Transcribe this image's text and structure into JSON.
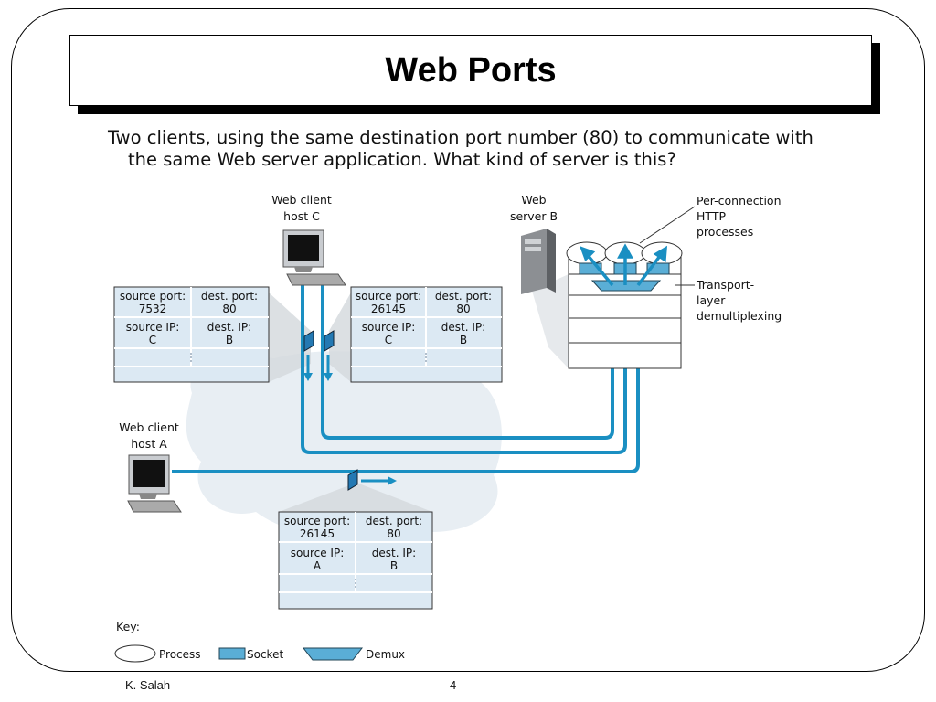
{
  "slide": {
    "title": "Web Ports",
    "question_line1": "Two clients, using the same destination port number (80) to communicate with",
    "question_line2": "the same Web server application.  What kind of server is this?",
    "footer_author": "K. Salah",
    "footer_page": "4"
  },
  "diagram": {
    "host_c_label": [
      "Web client",
      "host C"
    ],
    "host_a_label": [
      "Web client",
      "host A"
    ],
    "server_label": [
      "Web",
      "server B"
    ],
    "per_connection_label": [
      "Per-connection",
      "HTTP",
      "processes"
    ],
    "transport_label": [
      "Transport-",
      "layer",
      "demultiplexing"
    ],
    "segments": [
      {
        "id": "c1",
        "source_port_label": "source port:",
        "source_port": "7532",
        "dest_port_label": "dest. port:",
        "dest_port": "80",
        "source_ip_label": "source IP:",
        "source_ip": "C",
        "dest_ip_label": "dest. IP:",
        "dest_ip": "B"
      },
      {
        "id": "c2",
        "source_port_label": "source port:",
        "source_port": "26145",
        "dest_port_label": "dest. port:",
        "dest_port": "80",
        "source_ip_label": "source IP:",
        "source_ip": "C",
        "dest_ip_label": "dest. IP:",
        "dest_ip": "B"
      },
      {
        "id": "a",
        "source_port_label": "source port:",
        "source_port": "26145",
        "dest_port_label": "dest. port:",
        "dest_port": "80",
        "source_ip_label": "source IP:",
        "source_ip": "A",
        "dest_ip_label": "dest. IP:",
        "dest_ip": "B"
      }
    ],
    "key": {
      "title": "Key:",
      "process": "Process",
      "socket": "Socket",
      "demux": "Demux"
    },
    "colors": {
      "link": "#1a8fc2",
      "socket": "#5aaed6",
      "segment_bg": "#dce9f3",
      "cloud": "#e8eef3"
    }
  }
}
